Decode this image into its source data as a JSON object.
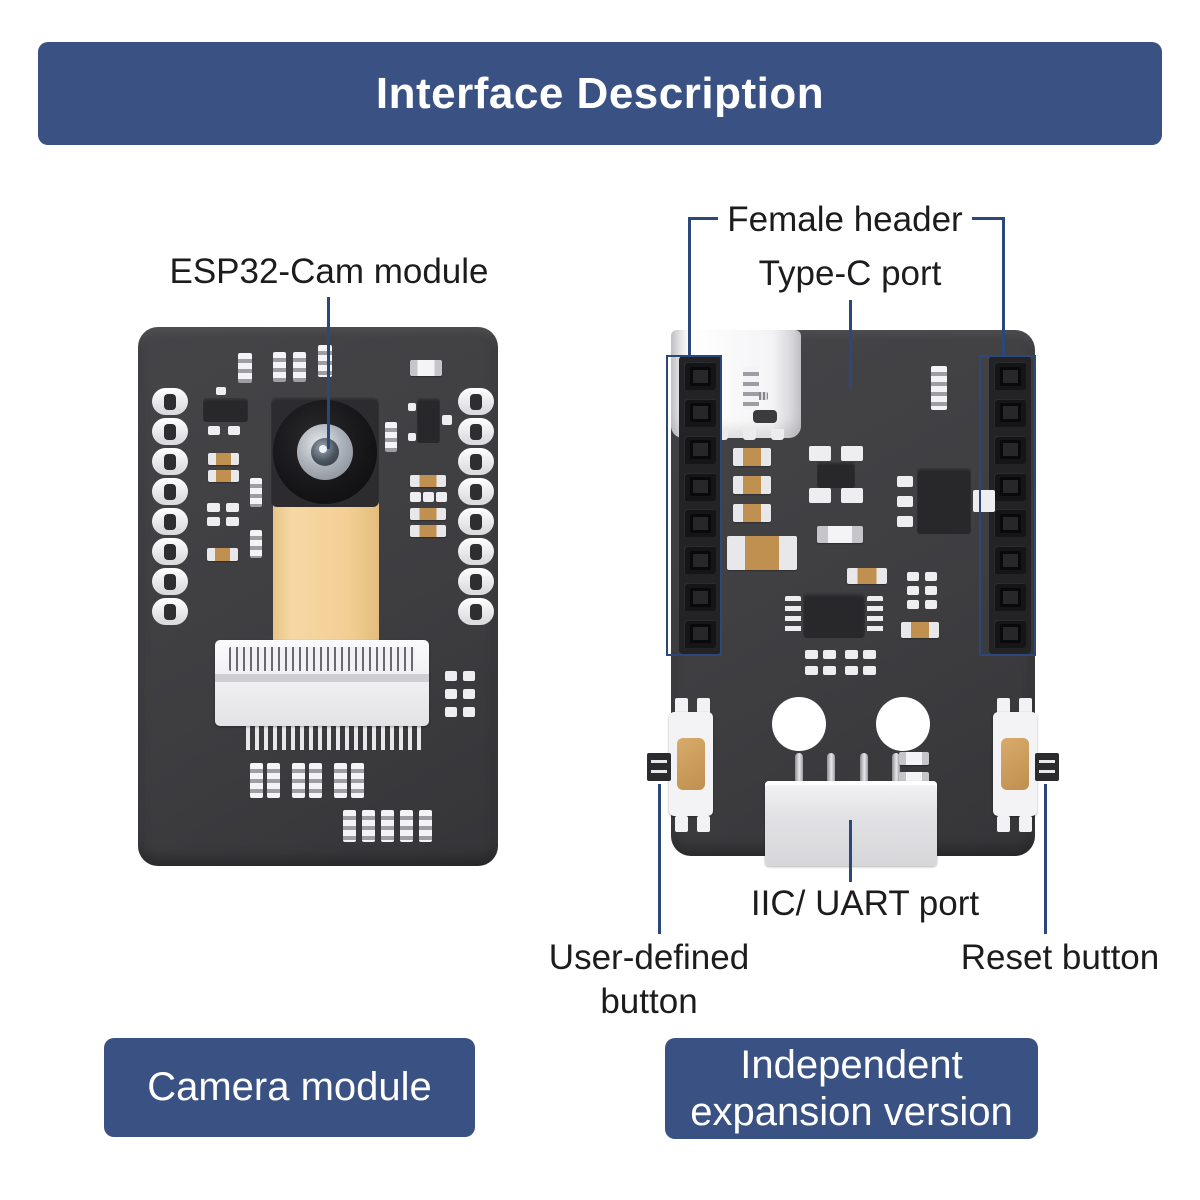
{
  "banner": {
    "title": "Interface Description"
  },
  "callouts": {
    "esp32_cam": "ESP32-Cam module",
    "female_header": "Female header",
    "type_c": "Type-C port",
    "iic_uart": "IIC/ UART port",
    "user_defined_line1": "User-defined",
    "user_defined_line2": "button",
    "reset": "Reset button"
  },
  "badges": {
    "camera_module": "Camera module",
    "expansion_line1": "Independent",
    "expansion_line2": "expansion version"
  },
  "colors": {
    "banner_blue": "#3a5183",
    "callout_line": "#2c477c",
    "label_text": "#1c1c1c",
    "board_dark": "#3e3e41",
    "ribbon_tan": "#f3cf94",
    "button_gold": "#c9995b"
  }
}
